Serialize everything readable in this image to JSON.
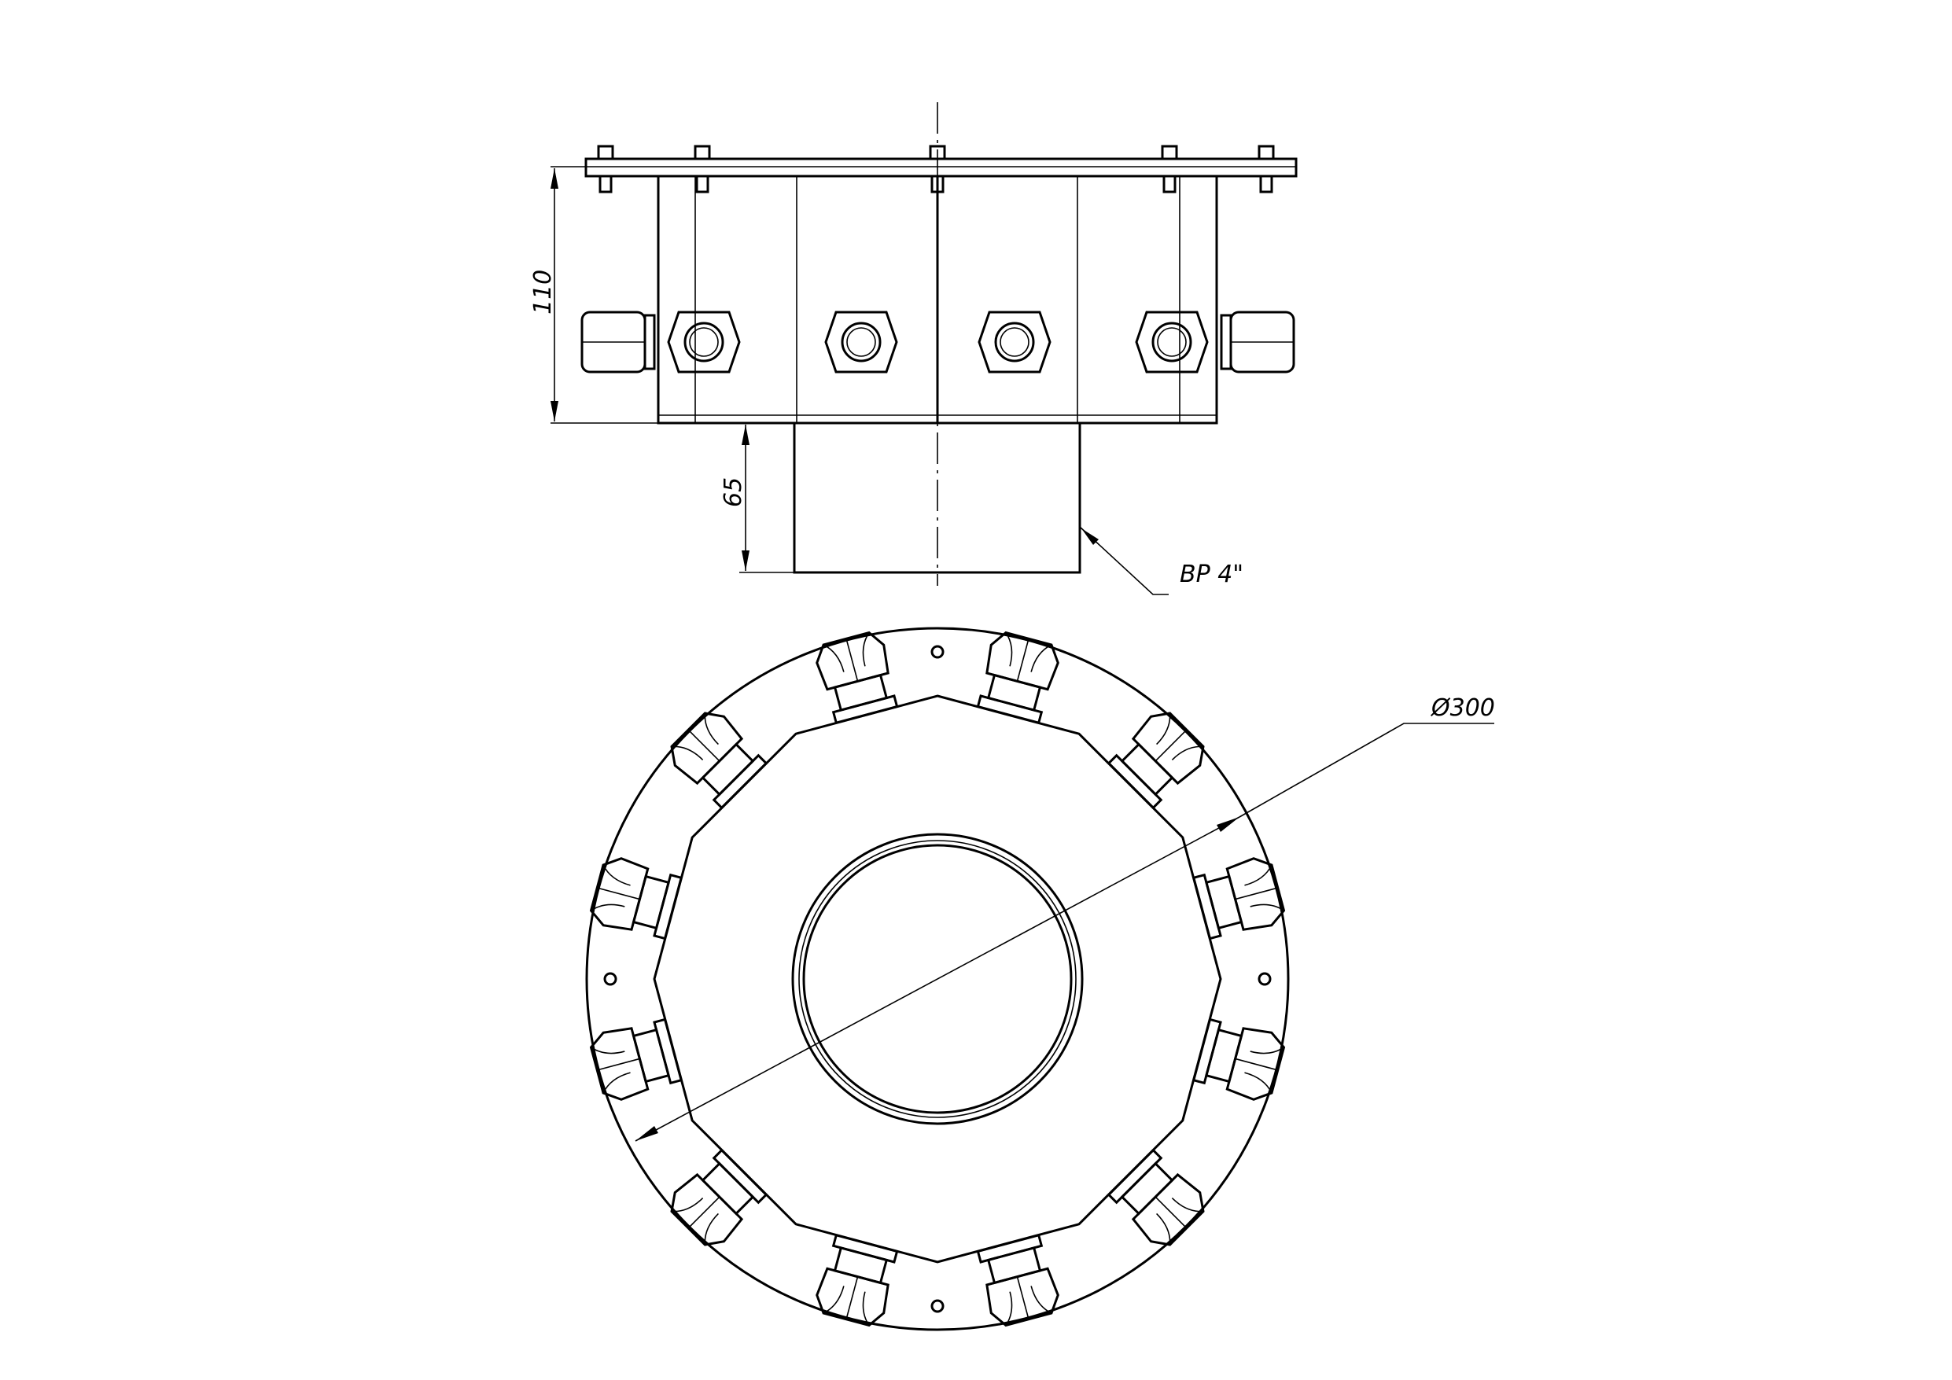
{
  "drawing": {
    "dimensions": {
      "height_body": "110",
      "height_pipe": "65",
      "thread_callout": "ВР 4\"",
      "diameter": "Ø300"
    },
    "side_view_glands": 6,
    "plan_view_glands": 12,
    "plan_view_bolt_holes": 4,
    "colors": {
      "line": "#000000",
      "background": "#ffffff"
    }
  }
}
